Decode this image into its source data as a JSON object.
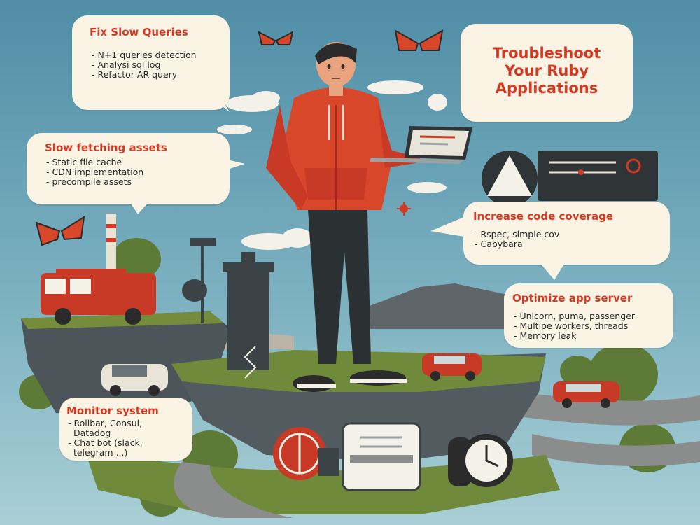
{
  "title": "Troubleshoot Your Ruby Applications",
  "title_lines": [
    "Troubleshoot",
    "Your Ruby",
    "Applications"
  ],
  "cards": {
    "slow_queries": {
      "title": "Fix Slow Queries",
      "items": [
        "- N+1 queries detection",
        "- Analysi sql log",
        "- Refactor AR query"
      ]
    },
    "slow_assets": {
      "title": "Slow fetching assets",
      "items": [
        "- Static file cache",
        "- CDN implementation",
        "- precompile assets"
      ]
    },
    "code_coverage": {
      "title": "Increase code coverage",
      "items": [
        "- Rspec, simple cov",
        "- Cabybara"
      ]
    },
    "app_server": {
      "title": "Optimize app server",
      "items": [
        "- Unicorn, puma, passenger",
        "- Multipe workers, threads",
        "- Memory leak"
      ]
    },
    "monitor": {
      "title": "Monitor system",
      "items": [
        "- Rollbar, Consul,",
        "  Datadog",
        "- Chat bot (slack,",
        "  telegram ...)"
      ]
    }
  },
  "colors": {
    "accent": "#d23a24",
    "sky": "#5f9bb0",
    "bubble": "#fbf4e4",
    "grass": "#6f8a3a",
    "rock": "#4c5559",
    "hoodie": "#d9472b"
  },
  "icons": [
    "butterfly-icon",
    "laptop-icon",
    "clock-icon",
    "fan-icon",
    "document-icon",
    "van-icon",
    "car-icon",
    "tower-icon",
    "dashboard-icon"
  ]
}
